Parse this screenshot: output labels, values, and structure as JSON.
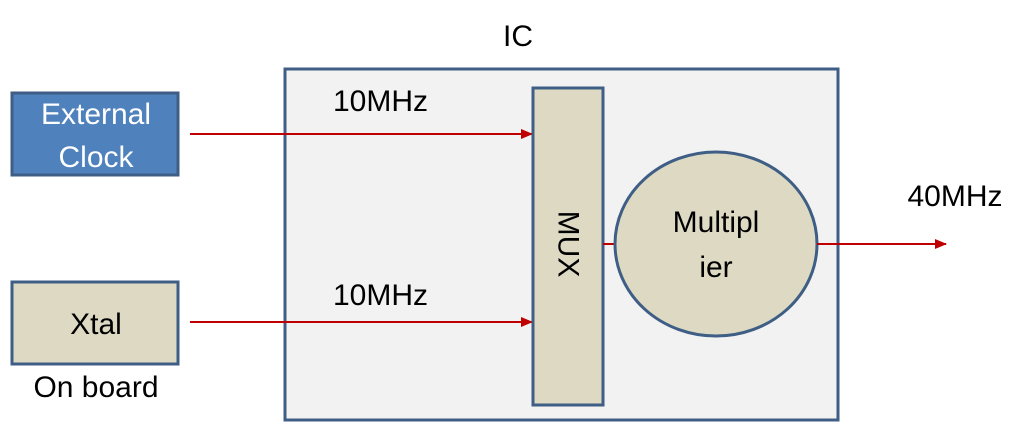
{
  "ic": {
    "title": "IC"
  },
  "external_clock": {
    "line1": "External",
    "line2": "Clock"
  },
  "xtal": {
    "label": "Xtal",
    "caption": "On board"
  },
  "signals": {
    "external_freq": "10MHz",
    "xtal_freq": "10MHz",
    "output_freq": "40MHz"
  },
  "mux": {
    "label": "MUX"
  },
  "multiplier": {
    "line1": "Multipl",
    "line2": "ier"
  },
  "colors": {
    "box_border": "#3f5e85",
    "external_fill": "#4f81bd",
    "external_text": "#ffffff",
    "component_fill": "#ddd9c3",
    "ic_fill": "#f2f2f2",
    "arrow": "#c00000",
    "text": "#000000"
  }
}
